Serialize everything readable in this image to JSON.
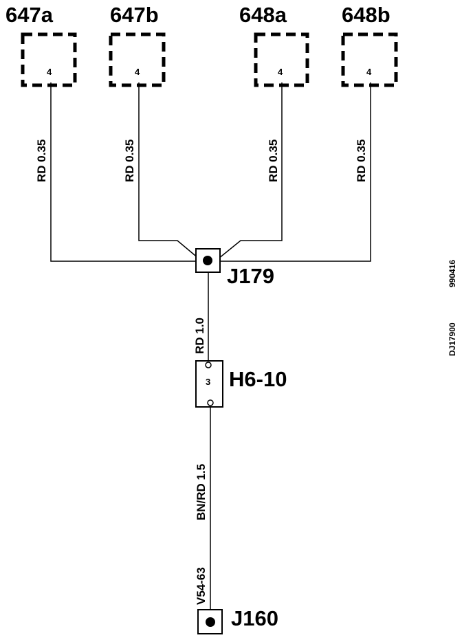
{
  "components": [
    {
      "id": "647a",
      "pin": "4",
      "wire": "RD 0.35"
    },
    {
      "id": "647b",
      "pin": "4",
      "wire": "RD 0.35"
    },
    {
      "id": "648a",
      "pin": "4",
      "wire": "RD 0.35"
    },
    {
      "id": "648b",
      "pin": "4",
      "wire": "RD 0.35"
    }
  ],
  "splice_j179": "J179",
  "wire_j179_h6": "RD 1.0",
  "fuse": {
    "id": "H6-10",
    "pin": "3"
  },
  "wire_h6_j160": "BN/RD 1.5",
  "wire_code": "V54-63",
  "splice_j160": "J160",
  "drawing_ref": "DJ17900",
  "drawing_date": "990416",
  "colors": {
    "line": "#000000",
    "background": "#ffffff"
  }
}
